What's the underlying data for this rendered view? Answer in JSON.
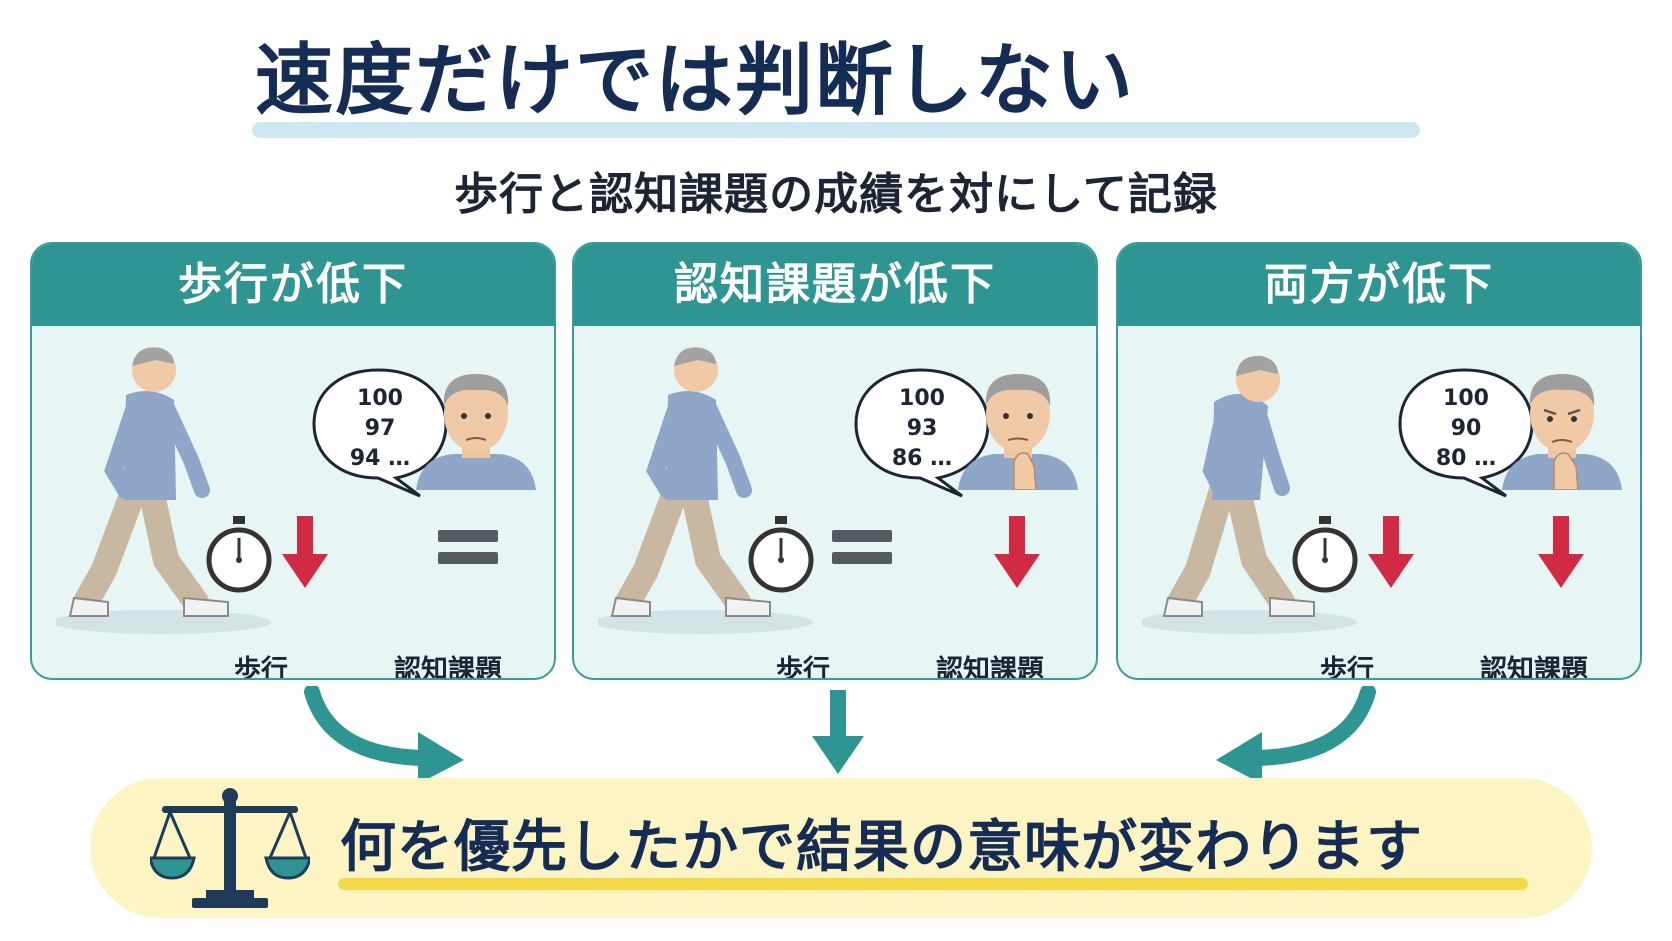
{
  "title": "速度だけでは判断しない",
  "subtitle": "歩行と認知課題の成績を対にして記録",
  "panels": [
    {
      "heading": "歩行が低下",
      "numbers": [
        "100",
        "97",
        "94 …"
      ],
      "walking_label": "歩行",
      "cognitive_label": "認知課題",
      "walking_status": "down",
      "cognitive_status": "equal"
    },
    {
      "heading": "認知課題が低下",
      "numbers": [
        "100",
        "93",
        "86 …"
      ],
      "walking_label": "歩行",
      "cognitive_label": "認知課題",
      "walking_status": "equal",
      "cognitive_status": "down"
    },
    {
      "heading": "両方が低下",
      "numbers": [
        "100",
        "90",
        "80 …"
      ],
      "walking_label": "歩行",
      "cognitive_label": "認知課題",
      "walking_status": "down",
      "cognitive_status": "down"
    }
  ],
  "result": "何を優先したかで結果の意味が変わります",
  "colors": {
    "teal": "#2e9592",
    "down_arrow": "#d12a45",
    "equal": "#555a60",
    "navy": "#152d54",
    "highlight": "#f4d94a"
  }
}
